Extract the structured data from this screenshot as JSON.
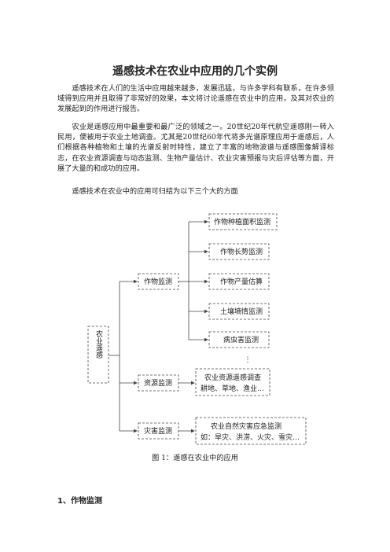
{
  "document": {
    "title": "遥感技术在农业中应用的几个实例",
    "paragraphs": [
      "遥感技术在人们的生活中应用越来越多，发展迅猛，与许多学科有联系，在许多领域得到应用并且取得了非常好的效果，本文将讨论遥感在农业中的应用，及其对农业的发展起到的作用进行报告。",
      "农业是遥感应用中最重要和最广泛的领域之一。20世纪20年代航空遥感刚一转入民用，便被用于农业土地调查。尤其是20世纪60年代将多光谱原理应用于遥感后，人们根据各种植物和土壤的光谱反射时特性，建立了丰富的地物波谱与遥感图像解译标志，在农业资源调查与动态监测、生物产量估计、农业灾害预报与灾后评估等方面，开展了大量的和成功的应用。",
      "遥感技术在农业中的应用可归结为以下三个大的方面"
    ],
    "figure_caption": "图 1：遥感在农业中的应用",
    "section_heading": "1、作物监测"
  },
  "diagram": {
    "root": "农业遥感",
    "branches": [
      {
        "label": "作物监测",
        "children": [
          "作物种植面积监测",
          "作物长势监测",
          "作物产量估算",
          "土壤墒情监测",
          "病虫害监测"
        ],
        "more": "⋮"
      },
      {
        "label": "资源监测",
        "children_lines": [
          "农业资源遥感调查",
          "耕地、草地、渔业…"
        ]
      },
      {
        "label": "灾害监测",
        "children_lines": [
          "农业自然灾害应急监测",
          "如：旱灾、洪涝、火灾、雪灾…"
        ]
      }
    ]
  },
  "colors": {
    "line": "#444444",
    "text": "#222222"
  },
  "icons": {
    "paragraph_mark": "↵"
  }
}
